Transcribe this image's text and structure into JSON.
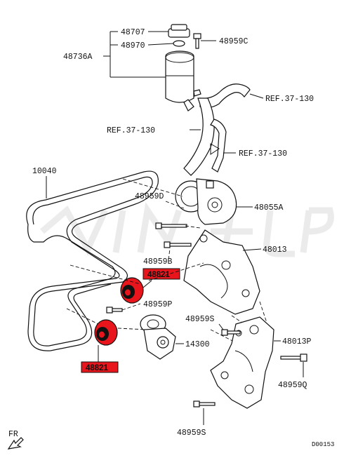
{
  "labels": {
    "cap": "48707",
    "oring": "48970",
    "reservoir": "48736A",
    "bolt_c": "48959C",
    "ref_upper": "REF.37-130",
    "ref_mid_left": "REF.37-130",
    "ref_mid_right": "REF.37-130",
    "belt": "10040",
    "bolt_d": "48959D",
    "pump": "48055A",
    "bracket": "48013",
    "bolt_b": "48959B",
    "idler_upper": "48821",
    "bolt_p": "48959P",
    "bolt_s_mid": "48959S",
    "tensioner": "14300",
    "bracket_p": "48013P",
    "idler_lower": "48821",
    "bolt_q": "48959Q",
    "bolt_s_low": "48959S",
    "front_marker": "FR",
    "diagram_code": "D00153"
  },
  "colors": {
    "highlight_fill": "#e8161c",
    "line": "#111111",
    "watermark": "#d9d9d9"
  },
  "icons": {
    "front": "front-arrow-icon"
  }
}
